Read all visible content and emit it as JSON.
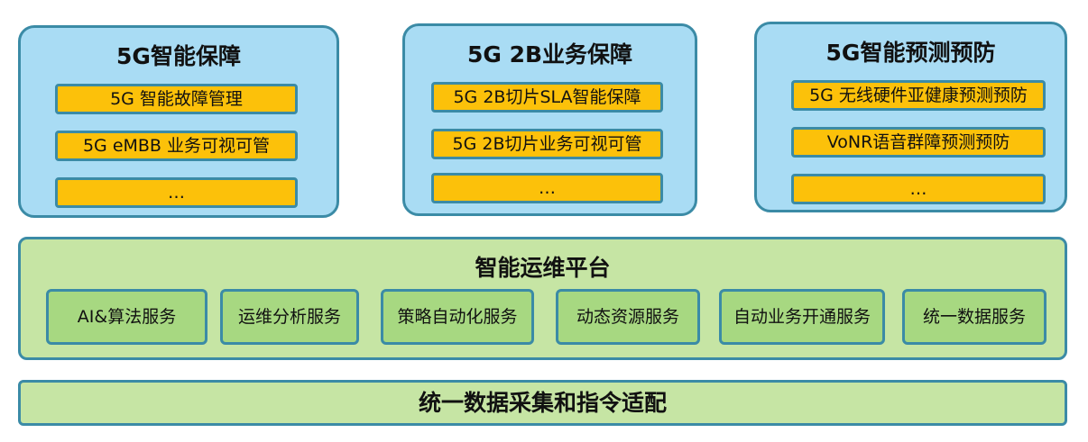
{
  "cards": [
    {
      "title": "5G智能保障",
      "items": [
        "5G  智能故障管理",
        "5G eMBB 业务可视可管",
        "…"
      ]
    },
    {
      "title": "5G 2B业务保障",
      "items": [
        "5G 2B切片SLA智能保障",
        "5G 2B切片业务可视可管",
        "…"
      ]
    },
    {
      "title": "5G智能预测预防",
      "items": [
        "5G 无线硬件亚健康预测预防",
        "VoNR语音群障预测预防",
        "…"
      ]
    }
  ],
  "platform": {
    "title": "智能运维平台",
    "services": [
      "AI&算法服务",
      "运维分析服务",
      "策略自动化服务",
      "动态资源服务",
      "自动业务开通服务",
      "统一数据服务"
    ]
  },
  "bottom": {
    "title": "统一数据采集和指令适配"
  },
  "colors": {
    "card_fill": "#a9dcf4",
    "border": "#3b8ba6",
    "item_fill": "#fcc10a",
    "platform_fill": "#c6e5a4",
    "service_fill": "#a7d881"
  }
}
